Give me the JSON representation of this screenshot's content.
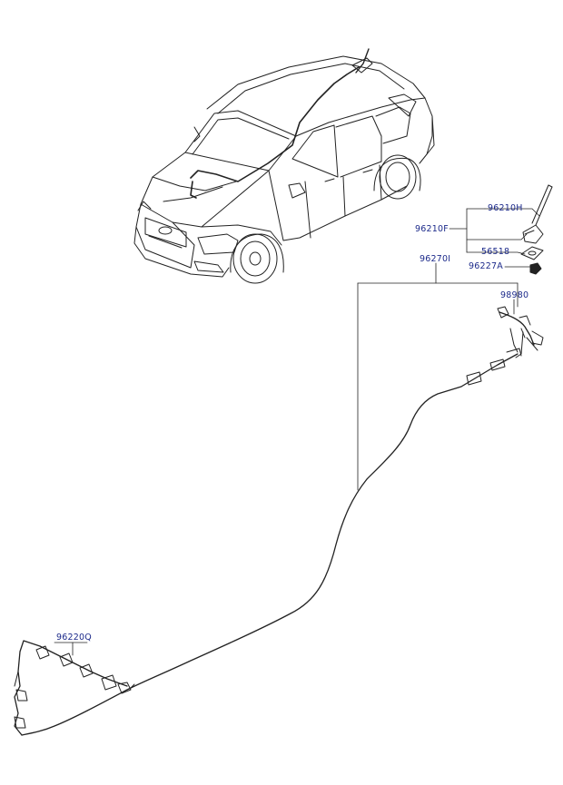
{
  "labels": {
    "antenna_pole": "96210H",
    "antenna_assy": "96210F",
    "gasket": "56518",
    "nut": "96227A",
    "feeder_cable": "96270I",
    "connector": "98980",
    "rear_cable": "96220Q"
  },
  "colors": {
    "label": "#1c2a8a",
    "line": "#222222"
  }
}
